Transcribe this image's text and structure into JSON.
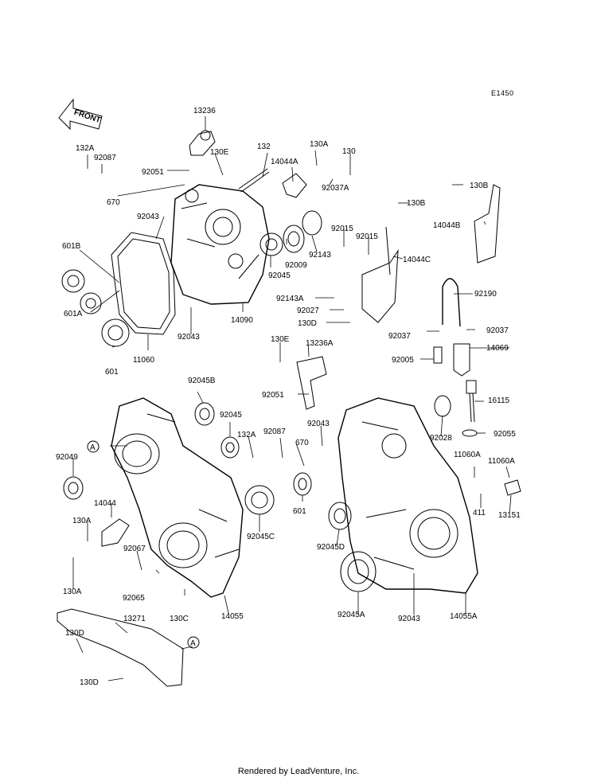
{
  "diagram_id": "E1450",
  "front_arrow_text": "FRONT",
  "footer": "Rendered by LeadVenture, Inc.",
  "callout_letter": "A",
  "part_labels": [
    "13236",
    "132A",
    "92087",
    "130E",
    "132",
    "130A",
    "130",
    "14044A",
    "92051",
    "92037A",
    "670",
    "92043",
    "130B",
    "130B",
    "14044B",
    "92015",
    "92015",
    "601B",
    "92009",
    "92143",
    "14044C",
    "92045",
    "92190",
    "601A",
    "14090",
    "92143A",
    "92027",
    "601",
    "11060",
    "92043",
    "130D",
    "92037",
    "92037",
    "14069",
    "130E",
    "13236A",
    "92005",
    "92045B",
    "92051",
    "16115",
    "92045",
    "132A",
    "92087",
    "670",
    "92043",
    "92028",
    "92055",
    "92049",
    "11060A",
    "11060A",
    "14044",
    "601",
    "411",
    "13151",
    "130A",
    "92045C",
    "92045D",
    "92067",
    "130A",
    "92065",
    "130C",
    "14055",
    "92045A",
    "92043",
    "14055A",
    "13271",
    "130D",
    "130D"
  ]
}
